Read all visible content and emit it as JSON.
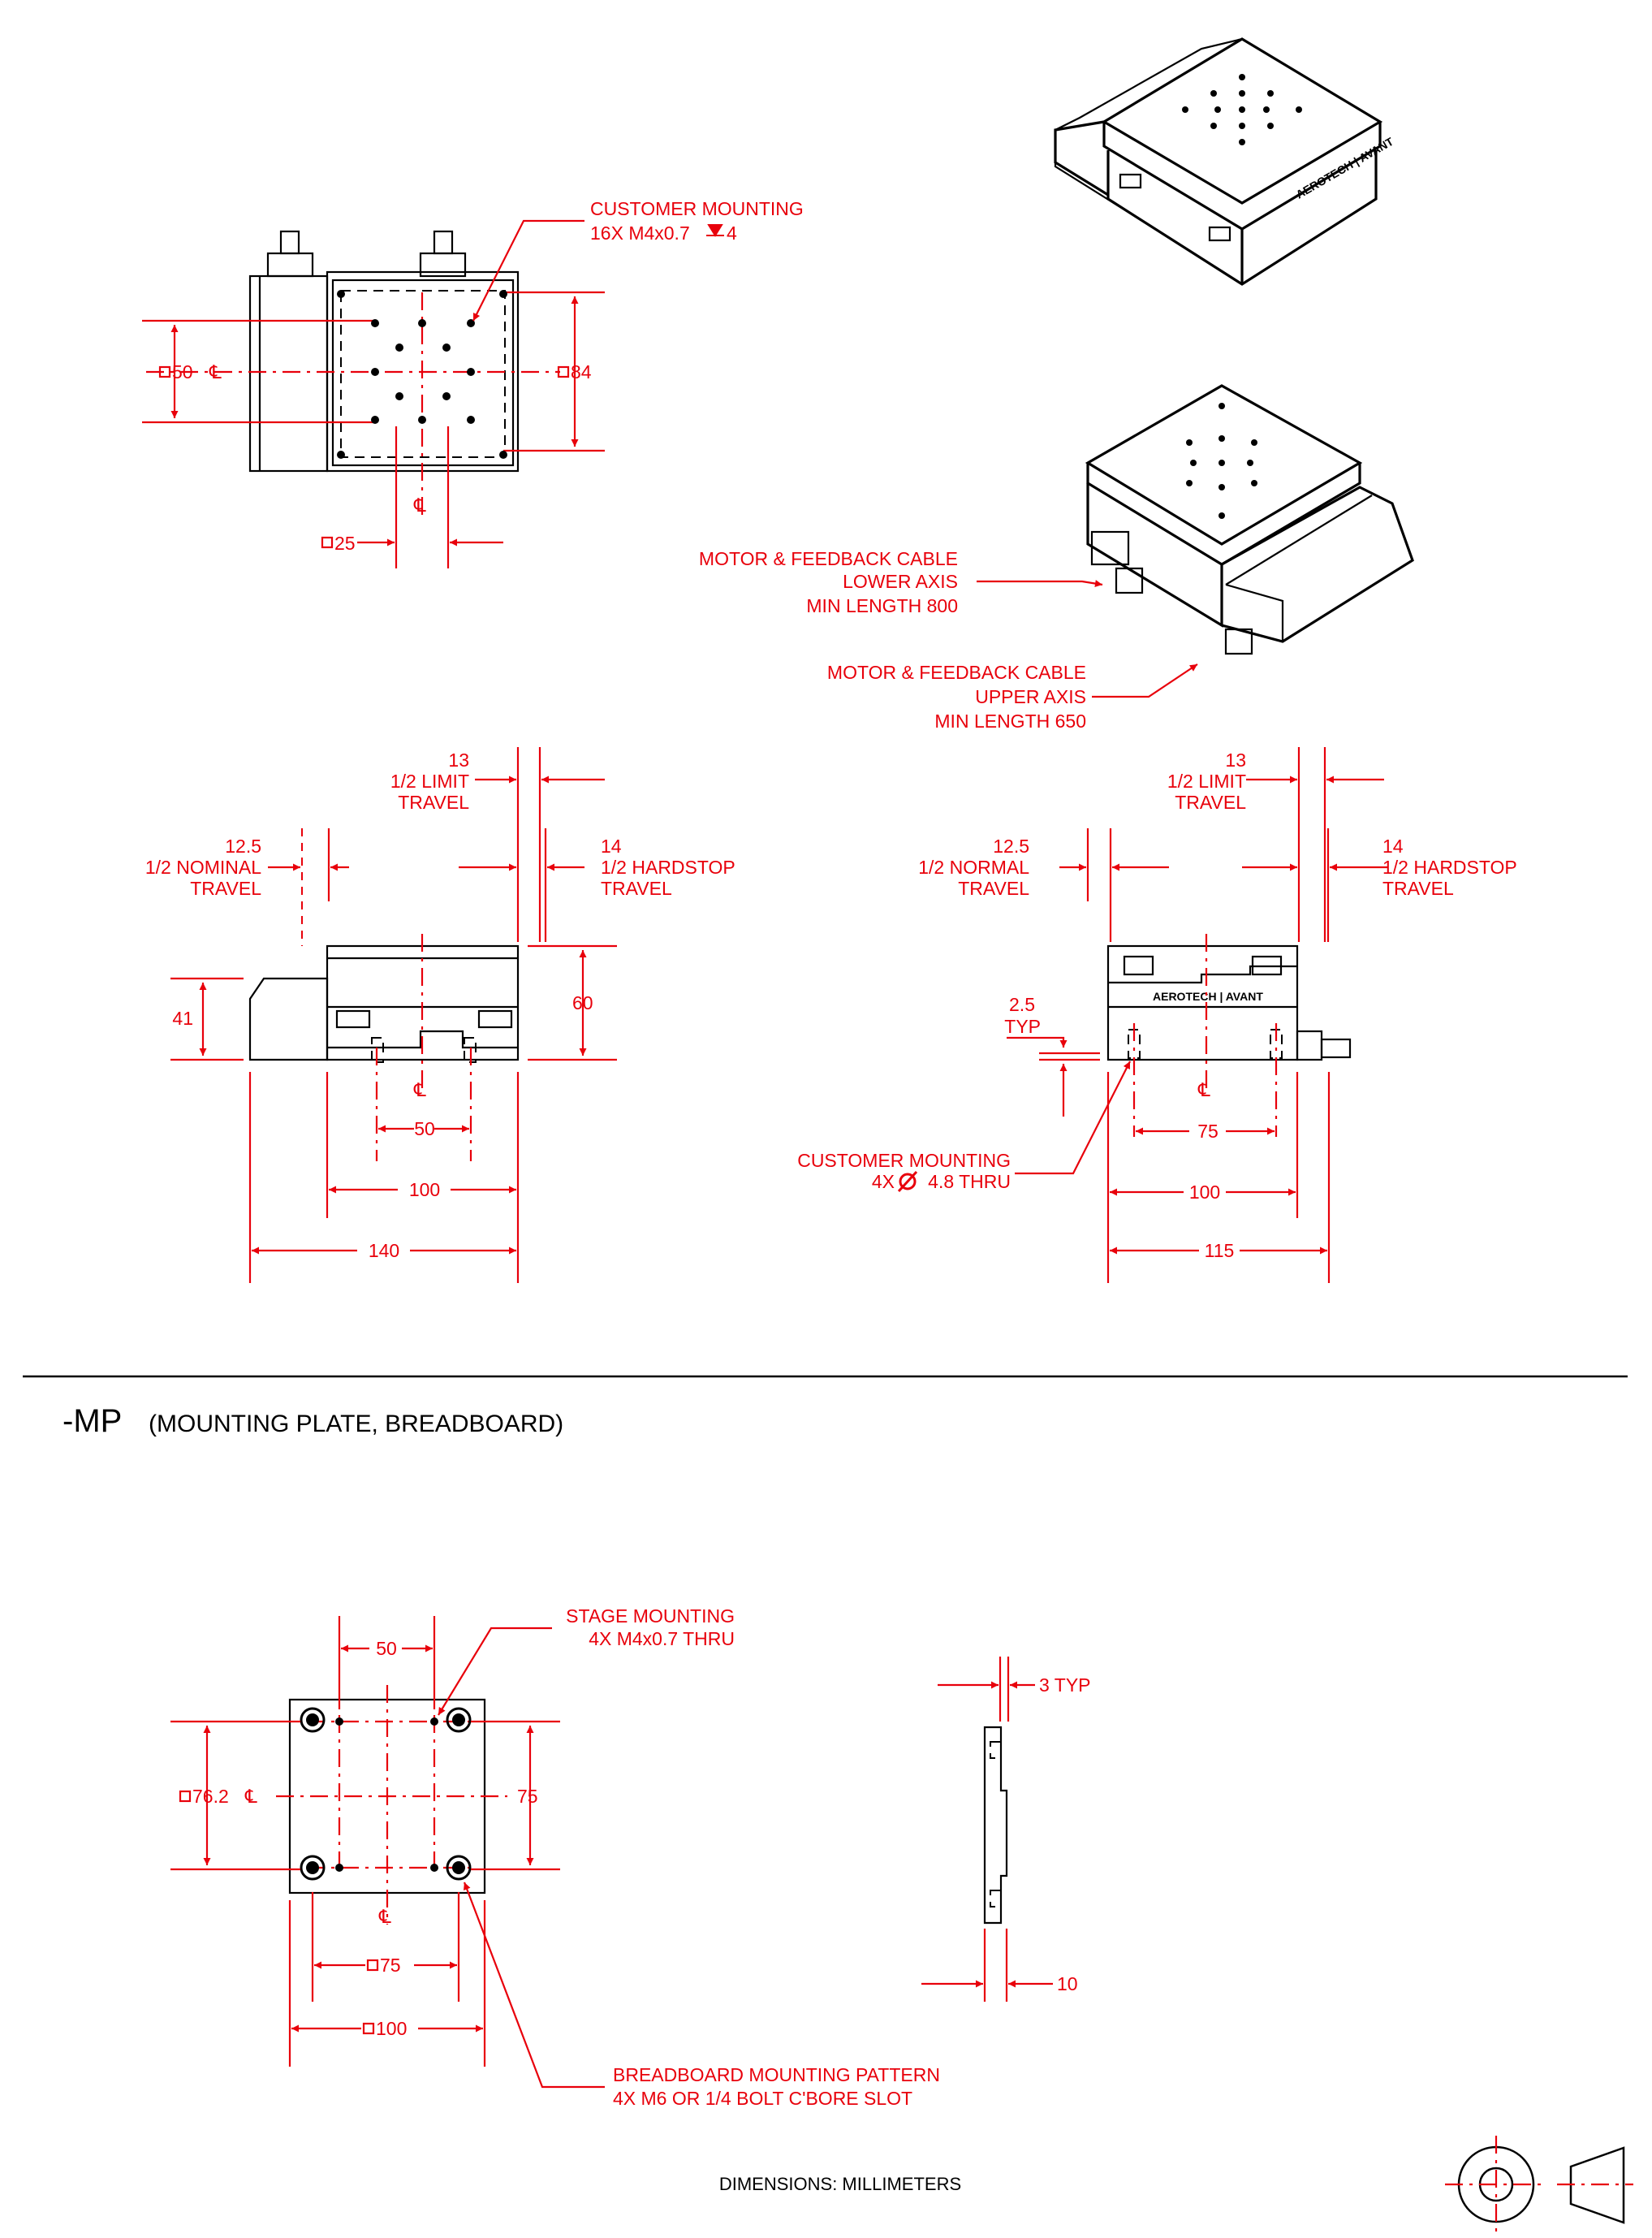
{
  "top_view": {
    "customer_mounting_l1": "CUSTOMER MOUNTING",
    "customer_mounting_l2": "16X M4x0.7",
    "customer_mounting_depth": "4",
    "dim_50": "50",
    "dim_84": "84",
    "dim_25": "25"
  },
  "iso_lower": {
    "cable_lower_l1": "MOTOR & FEEDBACK CABLE",
    "cable_lower_l2": "LOWER AXIS",
    "cable_lower_l3": "MIN LENGTH 800",
    "cable_upper_l1": "MOTOR & FEEDBACK CABLE",
    "cable_upper_l2": "UPPER AXIS",
    "cable_upper_l3": "MIN LENGTH 650"
  },
  "front_view": {
    "limit_val": "13",
    "limit_l1": "1/2 LIMIT",
    "limit_l2": "TRAVEL",
    "nominal_val": "12.5",
    "nominal_l1": "1/2 NOMINAL",
    "nominal_l2": "TRAVEL",
    "hardstop_val": "14",
    "hardstop_l1": "1/2 HARDSTOP",
    "hardstop_l2": "TRAVEL",
    "dim_41": "41",
    "dim_60": "60",
    "dim_50": "50",
    "dim_100": "100",
    "dim_140": "140"
  },
  "side_view": {
    "limit_val": "13",
    "limit_l1": "1/2 LIMIT",
    "limit_l2": "TRAVEL",
    "normal_val": "12.5",
    "normal_l1": "1/2 NORMAL",
    "normal_l2": "TRAVEL",
    "hardstop_val": "14",
    "hardstop_l1": "1/2 HARDSTOP",
    "hardstop_l2": "TRAVEL",
    "typ_val": "2.5",
    "typ_label": "TYP",
    "mount_l1": "CUSTOMER MOUNTING",
    "mount_l2": "4X",
    "mount_l2b": "4.8 THRU",
    "dim_75": "75",
    "dim_100": "100",
    "dim_115": "115"
  },
  "logo_text": "AEROTECH | AVANT",
  "mp_section": {
    "title": "-MP",
    "subtitle": "(MOUNTING PLATE, BREADBOARD)",
    "stage_mount_l1": "STAGE MOUNTING",
    "stage_mount_l2": "4X M4x0.7 THRU",
    "dim_50": "50",
    "dim_76_2": "76.2",
    "dim_75_v": "75",
    "dim_75_h": "75",
    "dim_100": "100",
    "dim_3typ": "3 TYP",
    "dim_10": "10",
    "bb_l1": "BREADBOARD MOUNTING PATTERN",
    "bb_l2": "4X M6 OR 1/4 BOLT C'BORE SLOT"
  },
  "footer": {
    "dimensions": "DIMENSIONS:  MILLIMETERS"
  }
}
